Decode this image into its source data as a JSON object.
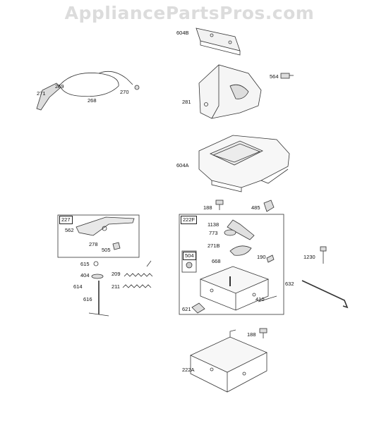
{
  "watermark": "AppliancePartsPros.com",
  "labels": {
    "p604B": "604B",
    "p564": "564",
    "p281": "281",
    "p271": "271",
    "p269": "269",
    "p268": "268",
    "p270": "270",
    "p604A": "604A",
    "p188a": "188",
    "p485": "485",
    "p227": "227",
    "p562": "562",
    "p278": "278",
    "p505": "505",
    "p222F": "222F",
    "p1138": "1138",
    "p773": "773",
    "p271B": "271B",
    "p504": "504",
    "p668": "668",
    "p190": "190",
    "p1230": "1230",
    "p615": "615",
    "p404": "404",
    "p614": "614",
    "p616": "616",
    "p209": "209",
    "p211": "211",
    "p632": "632",
    "p410": "410",
    "p621": "621",
    "p188b": "188",
    "p222A": "222A"
  }
}
